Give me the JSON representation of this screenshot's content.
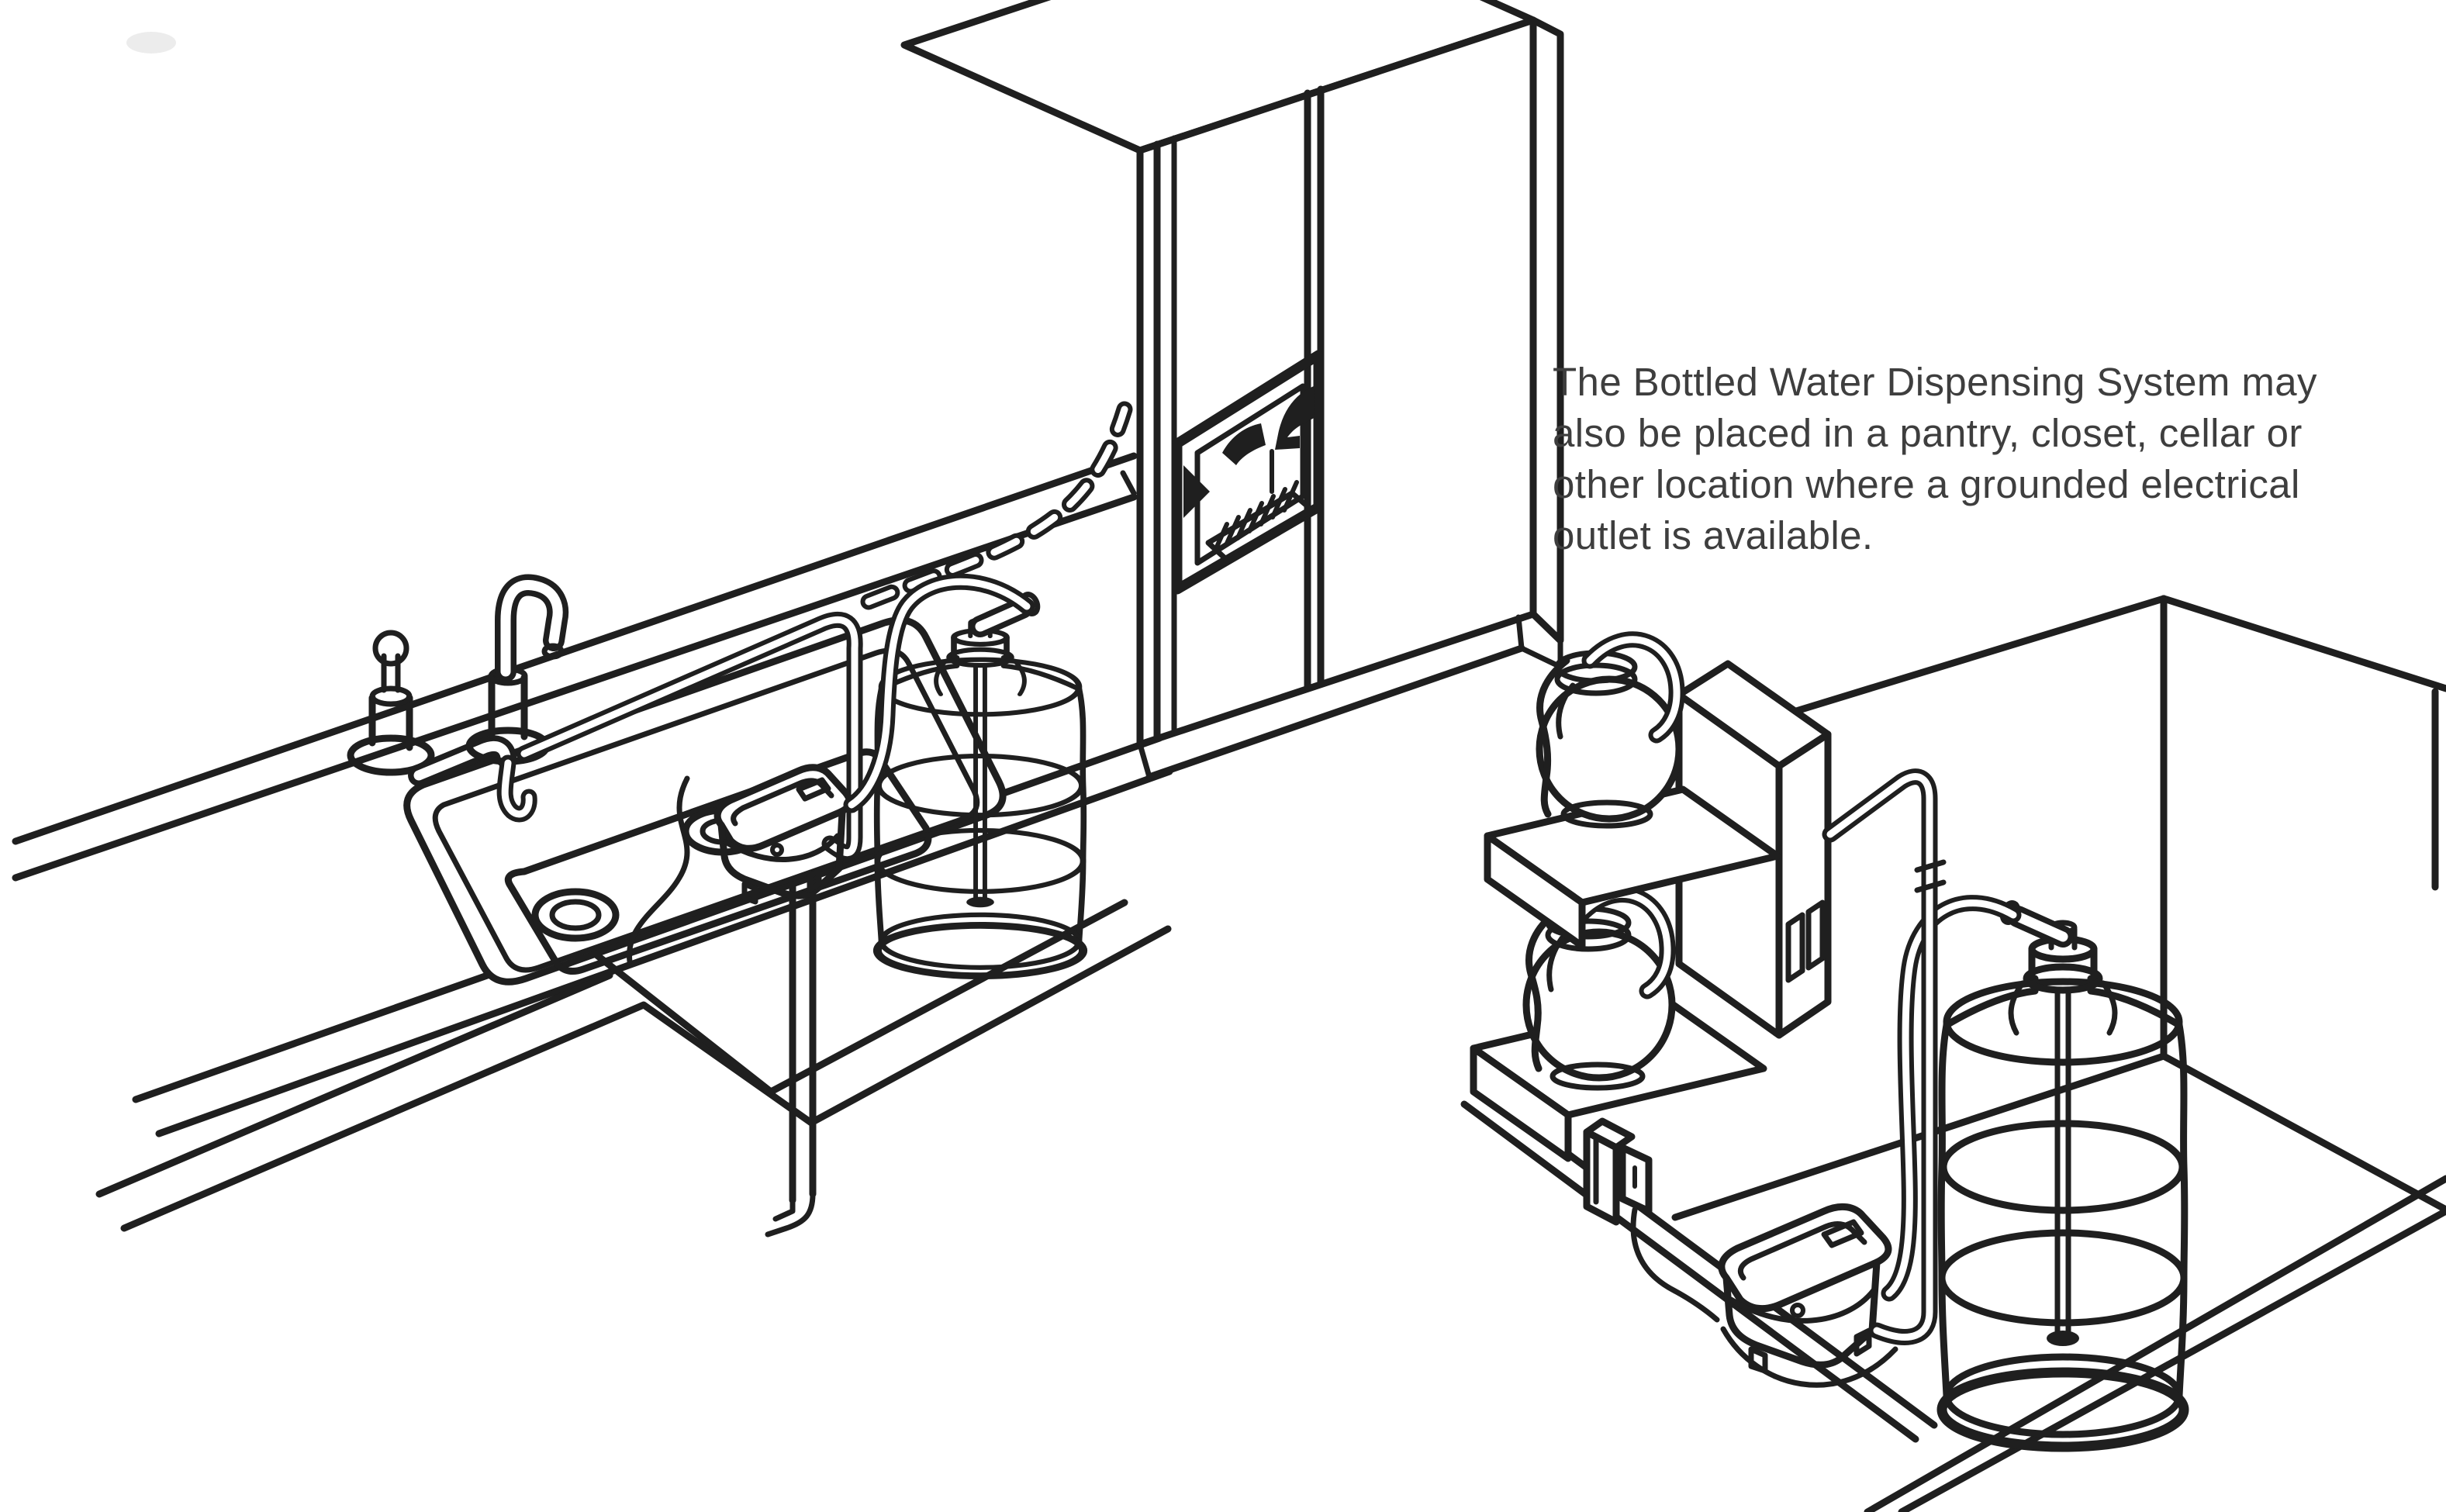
{
  "caption": {
    "lines": [
      "The Bottled Water Dispensing System may",
      "also be placed in a pantry, closet, cellar or",
      "other location where a grounded electrical",
      "outlet is available."
    ]
  },
  "colors": {
    "background": "#ffffff",
    "line": "#1f1f1f",
    "text": "#3e3e3e"
  },
  "figure": {
    "type": "black-and-white line illustration, isometric installation diagram",
    "scenes": [
      {
        "name": "kitchen-installation",
        "parts": [
          "kitchen-counter",
          "double-sink",
          "soap-dispenser",
          "sink-faucet",
          "gooseneck-dispenser-faucet",
          "supply-tubing",
          "hidden-tubing-dashed",
          "dispensing-pump",
          "five-gallon-water-bottle",
          "bottle-pump-head",
          "refrigerator-with-ice-water-dispenser"
        ]
      },
      {
        "name": "pantry-installation",
        "parts": [
          "wall-corner",
          "floor",
          "two-warmer-coffee-brewer",
          "upper-carafe",
          "lower-carafe",
          "grounded-wall-outlet",
          "power-cord",
          "dispensing-pump",
          "five-gallon-water-bottle",
          "bottle-pump-head",
          "supply-tubing"
        ]
      }
    ]
  }
}
